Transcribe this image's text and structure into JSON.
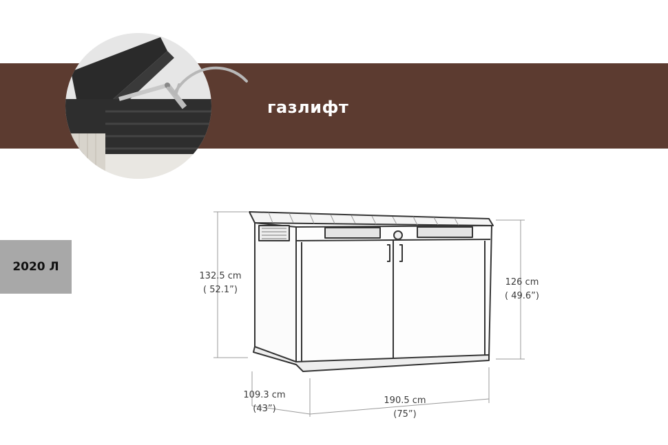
{
  "feature": {
    "label": "газлифт",
    "band_color": "#5c3b30"
  },
  "volume": {
    "label": "2020 Л",
    "badge_color": "#a8a8a8"
  },
  "dimensions": {
    "height_left": {
      "cm": "132.5 cm",
      "inch": "( 52.1”)"
    },
    "height_right": {
      "cm": "126 cm",
      "inch": "( 49.6”)"
    },
    "depth": {
      "cm": "109.3 cm",
      "inch": "(43”)"
    },
    "width": {
      "cm": "190.5 cm",
      "inch": "(75”)"
    }
  },
  "icons": [
    "gaslift-photo",
    "curved-arrow-icon",
    "storage-shed-drawing"
  ]
}
